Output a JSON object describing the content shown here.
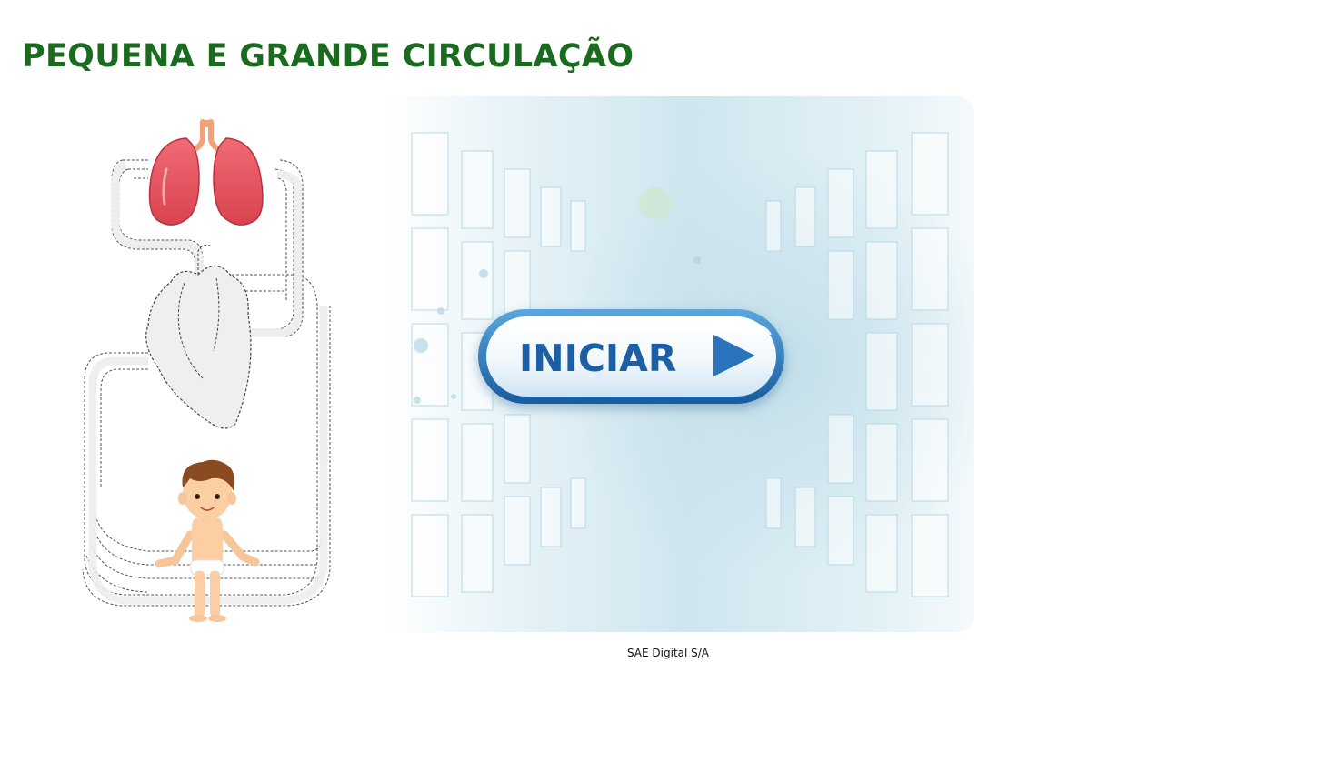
{
  "page": {
    "title": "PEQUENA E GRANDE CIRCULAÇÃO",
    "footer": "SAE Digital S/A"
  },
  "stage": {
    "start_button": {
      "label": "INICIAR",
      "icon": "play-arrow-icon"
    },
    "illustration": {
      "icons": [
        "lungs-icon",
        "heart-icon",
        "child-figure-icon",
        "blood-vessels-icon"
      ]
    }
  },
  "colors": {
    "title": "#1a6b1f",
    "button_text": "#1f5fa5",
    "button_border": "#1e6fb3",
    "lungs": "#ef5a66",
    "background_tint": "#d8ebf3"
  }
}
